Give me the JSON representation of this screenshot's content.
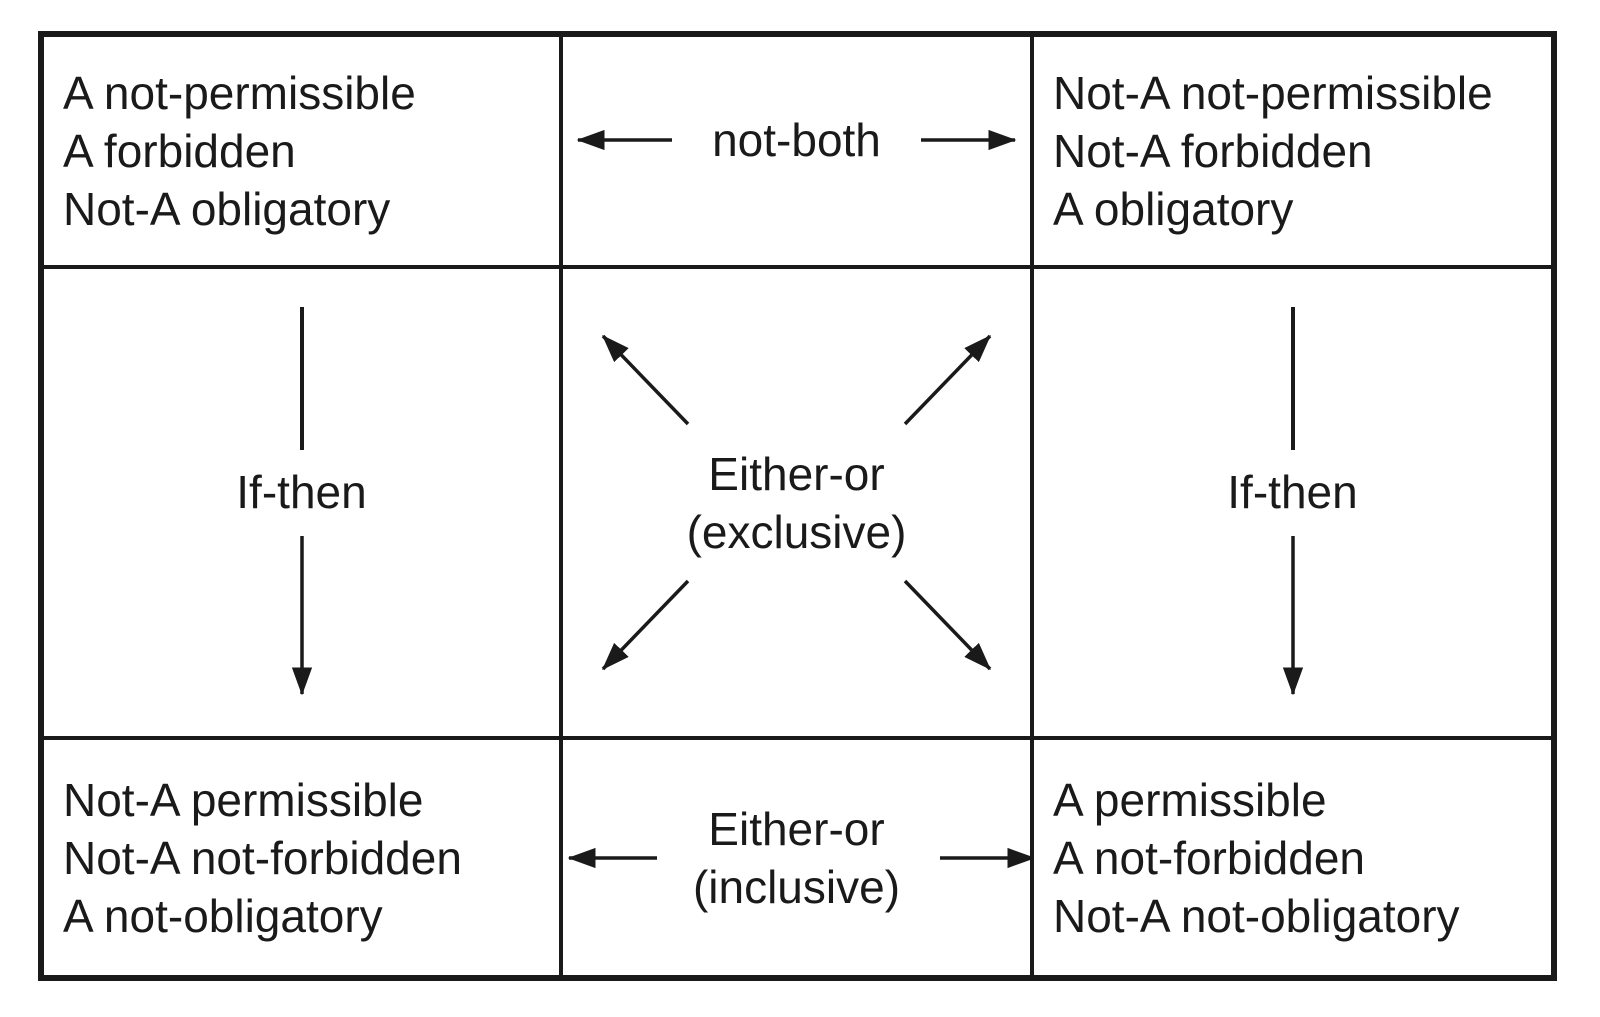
{
  "colors": {
    "ink": "#1a1a1a",
    "background": "#ffffff"
  },
  "table": {
    "cells": {
      "top_left": {
        "lines": [
          "A not-permissible",
          "A forbidden",
          "Not-A obligatory"
        ]
      },
      "top_right": {
        "lines": [
          "Not-A not-permissible",
          "Not-A forbidden",
          "A obligatory"
        ]
      },
      "bottom_left": {
        "lines": [
          "Not-A permissible",
          "Not-A not-forbidden",
          "A not-obligatory"
        ]
      },
      "bottom_right": {
        "lines": [
          "A permissible",
          "A not-forbidden",
          "Not-A not-obligatory"
        ]
      }
    },
    "relations": {
      "not_both": {
        "label": "not-both"
      },
      "if_then_left": {
        "label": "If-then"
      },
      "if_then_right": {
        "label": "If-then"
      },
      "either_or_exclusive": {
        "lines": [
          "Either-or",
          "(exclusive)"
        ]
      },
      "either_or_inclusive": {
        "lines": [
          "Either-or",
          "(inclusive)"
        ]
      }
    }
  }
}
